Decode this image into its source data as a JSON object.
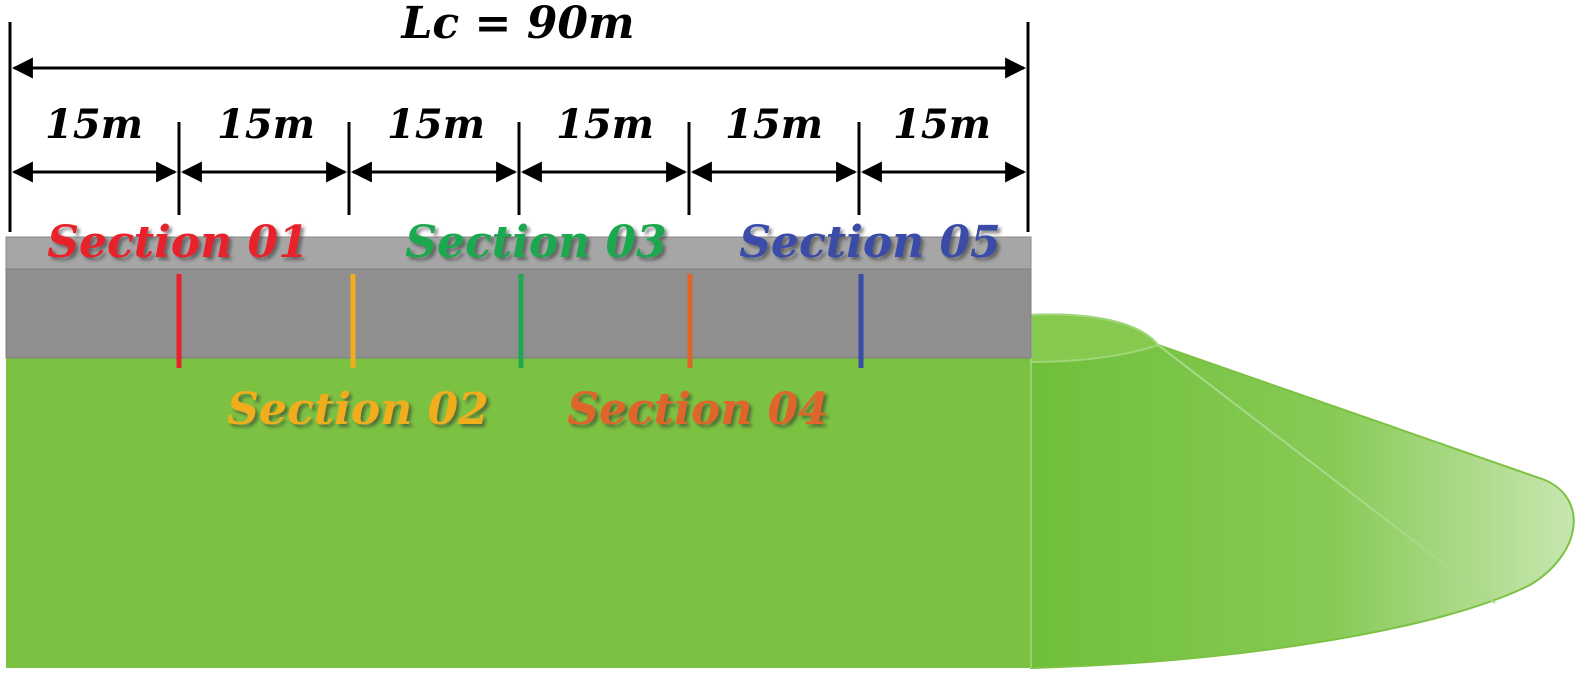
{
  "total_length_label": "Lc = 90m",
  "segment_labels": [
    "15m",
    "15m",
    "15m",
    "15m",
    "15m",
    "15m"
  ],
  "sections": [
    {
      "label": "Section 01",
      "color": "#e8202a"
    },
    {
      "label": "Section 02",
      "color": "#f2ad1f"
    },
    {
      "label": "Section 03",
      "color": "#1fa84f"
    },
    {
      "label": "Section 04",
      "color": "#e0652a"
    },
    {
      "label": "Section 05",
      "color": "#3a4ba8"
    }
  ],
  "colors": {
    "ground_green": "#7cc242",
    "slope_green_dark": "#6fbf3a",
    "slope_green_light": "#c8e6b0",
    "road_top": "#a6a6a6",
    "road_body": "#8f8f8f"
  }
}
